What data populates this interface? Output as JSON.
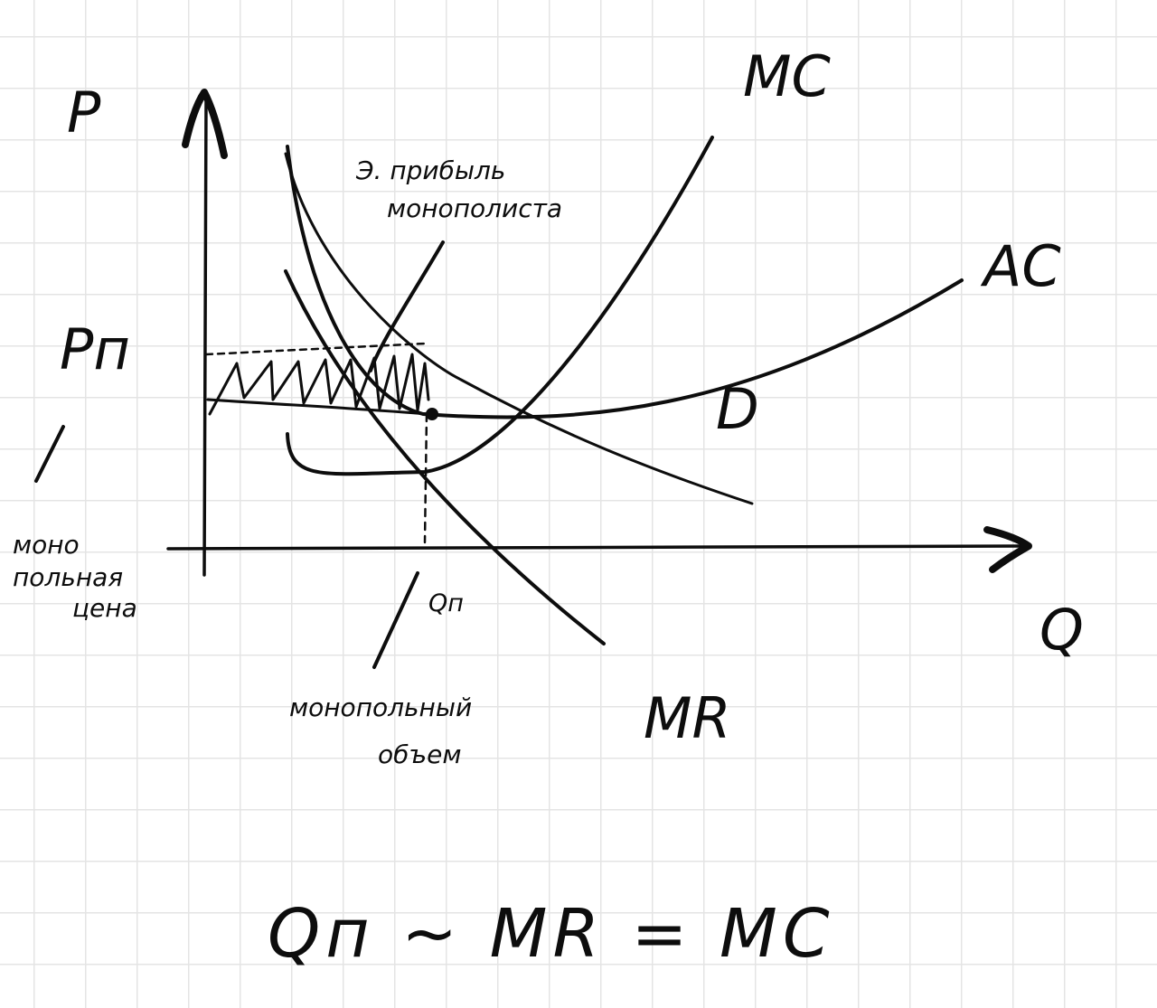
{
  "axes": {
    "y_label": "P",
    "x_label": "Q"
  },
  "curves": {
    "mc": "MC",
    "ac": "AC",
    "demand": "D",
    "mr": "MR"
  },
  "markers": {
    "price_label": "Pп",
    "quantity_label": "Qп"
  },
  "annotations": {
    "profit_line1": "Э. прибыль",
    "profit_line2": "монополиста",
    "price_note_line1": "моно",
    "price_note_line2": "польная",
    "price_note_line3": "цена",
    "volume_note_line1": "монопольный",
    "volume_note_line2": "объем"
  },
  "formula": "Qп ~ MR = MC"
}
